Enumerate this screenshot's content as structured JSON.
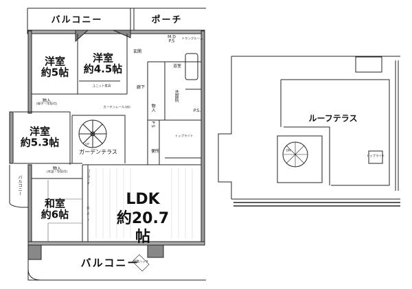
{
  "unit_plan": {
    "top_balcony": "バルコニー",
    "porch": "ポーチ",
    "md_ps": "M.D P.S",
    "trunk_room": "トランクルーム",
    "entrance": "玄関",
    "bathroom": "浴室",
    "hallway": "廊下",
    "washroom": "洗面所",
    "closet_small": "物入",
    "ps_right": "P.S.",
    "ps_center": "P S",
    "toplight": "トップライト",
    "toilet": "便所",
    "unit_furniture": "ユニット家具",
    "curtain_rail": "カーテンレール(W)",
    "room_western_5": {
      "name": "洋室",
      "size": "約5帖"
    },
    "room_western_45": {
      "name": "洋室",
      "size": "約4.5帖"
    },
    "closet_ladder": {
      "name": "物入",
      "note": "(梯子・中段付)"
    },
    "room_western_53": {
      "name": "洋室",
      "size": "約5.3帖"
    },
    "garden_terrace": "ガーデンテラス",
    "stair_up": "UP",
    "closet_upper": {
      "name": "物入",
      "note": "(天袋・中段付)"
    },
    "side_balcony": "バルコニー",
    "room_japanese_6": {
      "name": "和室",
      "size": "約6帖"
    },
    "low_board": "ローボード",
    "ldk": {
      "name": "LDK",
      "size": "約20.7",
      "unit": "帖"
    },
    "bottom_balcony": "バルコニー",
    "escape_hatch": "避難ハッチ"
  },
  "roof_plan": {
    "roof_terrace": "ルーフテラス",
    "toplight": "トップライト",
    "stair_down": "DN"
  }
}
